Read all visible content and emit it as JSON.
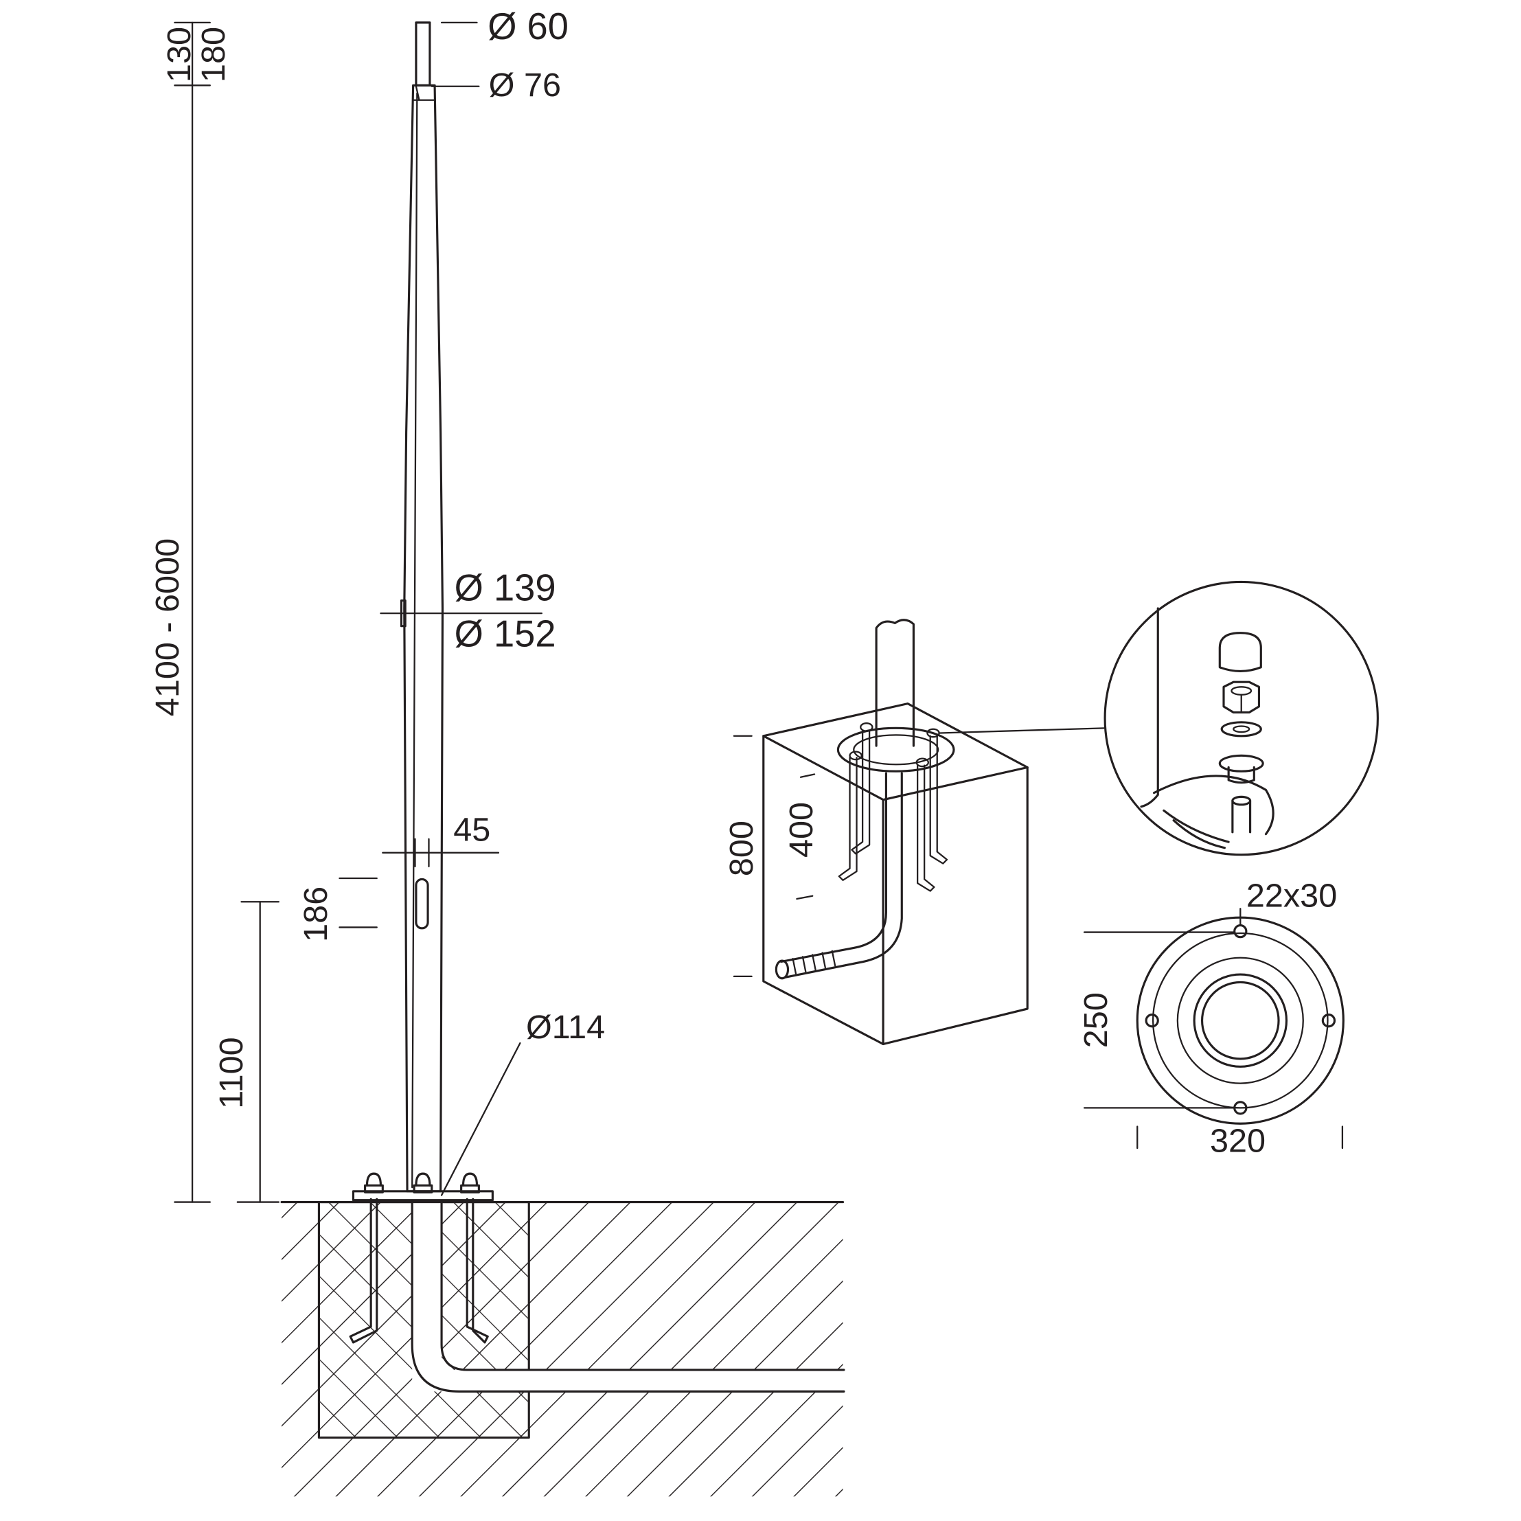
{
  "labels": {
    "d60": "Ø 60",
    "d76": "Ø 76",
    "h130": "130",
    "h180": "180",
    "h_total": "4100 - 6000",
    "d139": "Ø 139",
    "d152": "Ø 152",
    "w45": "45",
    "h186": "186",
    "h1100": "1100",
    "d114": "Ø114",
    "h800": "800",
    "h400": "400",
    "hole": "22x30",
    "pitch250": "250",
    "flange320": "320"
  },
  "colors": {
    "line": "#231f20",
    "background": "#ffffff"
  }
}
